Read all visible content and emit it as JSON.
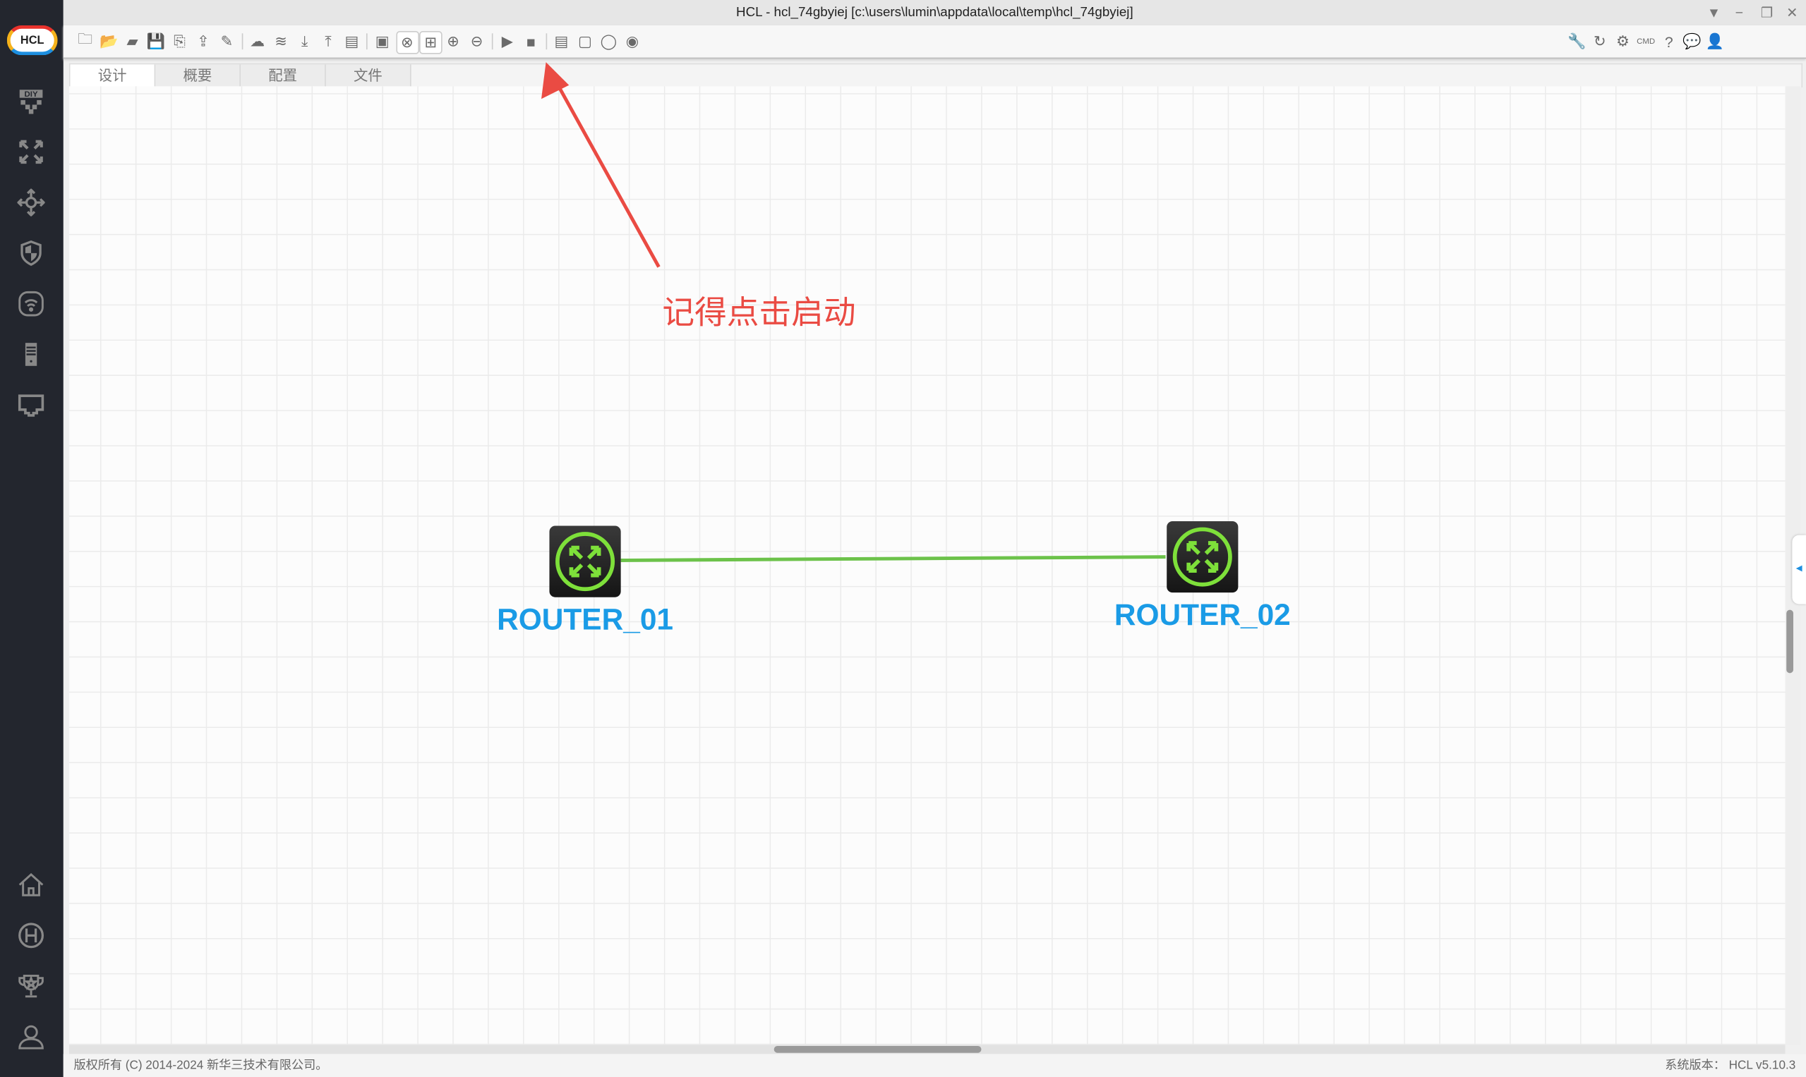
{
  "app": {
    "logo_text": "HCL",
    "title": "HCL - hcl_74gbyiej [c:\\users\\lumin\\appdata\\local\\temp\\hcl_74gbyiej]"
  },
  "window_controls": [
    "▼",
    "−",
    "❐",
    "✕"
  ],
  "toolbar_left": [
    {
      "name": "new-project-icon",
      "glyph": "🗀"
    },
    {
      "name": "open-project-icon",
      "glyph": "📂"
    },
    {
      "name": "open-folder-icon",
      "glyph": "▰"
    },
    {
      "name": "save-icon",
      "glyph": "💾"
    },
    {
      "name": "save-as-icon",
      "glyph": "⎘"
    },
    {
      "name": "import-icon",
      "glyph": "⇪"
    },
    {
      "name": "edit-icon",
      "glyph": "✎"
    },
    {
      "sep": true
    },
    {
      "name": "cloud-icon",
      "glyph": "☁"
    },
    {
      "name": "layers-icon",
      "glyph": "≋"
    },
    {
      "name": "download-icon",
      "glyph": "⤓"
    },
    {
      "name": "upload-icon",
      "glyph": "⤒"
    },
    {
      "name": "log-icon",
      "glyph": "▤"
    },
    {
      "sep": true
    },
    {
      "name": "capture-icon",
      "glyph": "▣"
    },
    {
      "name": "device-view-icon",
      "glyph": "⊗",
      "boxed": true
    },
    {
      "name": "grid-view-icon",
      "glyph": "⊞",
      "boxed": true
    },
    {
      "name": "zoom-in-icon",
      "glyph": "⊕"
    },
    {
      "name": "zoom-out-icon",
      "glyph": "⊖"
    },
    {
      "sep": true
    },
    {
      "name": "start-icon",
      "glyph": "▶"
    },
    {
      "name": "stop-icon",
      "glyph": "■"
    },
    {
      "sep": true
    },
    {
      "name": "add-text-icon",
      "glyph": "▤"
    },
    {
      "name": "add-rectangle-icon",
      "glyph": "▢"
    },
    {
      "name": "add-ellipse-icon",
      "glyph": "◯"
    },
    {
      "name": "screenshot-icon",
      "glyph": "◉"
    }
  ],
  "toolbar_right": [
    {
      "name": "wrench-icon",
      "glyph": "🔧"
    },
    {
      "name": "refresh-icon",
      "glyph": "↻"
    },
    {
      "name": "gear-icon",
      "glyph": "⚙"
    },
    {
      "name": "cmd-icon",
      "glyph": "CMD"
    },
    {
      "name": "help-icon",
      "glyph": "?"
    },
    {
      "name": "wechat-icon",
      "glyph": "💬"
    },
    {
      "name": "feedback-icon",
      "glyph": "👤"
    }
  ],
  "tabs": [
    "设计",
    "概要",
    "配置",
    "文件"
  ],
  "devices": [
    {
      "label": "ROUTER_01"
    },
    {
      "label": "ROUTER_02"
    }
  ],
  "annotation": "记得点击启动",
  "status": {
    "copyright": "版权所有 (C) 2014-2024 新华三技术有限公司。",
    "version": "系统版本： HCL v5.10.3"
  },
  "colors": {
    "link": "#6cc24a",
    "device_label": "#1a9be6",
    "annotation": "#ea4b43",
    "sidebar": "#23262e"
  }
}
